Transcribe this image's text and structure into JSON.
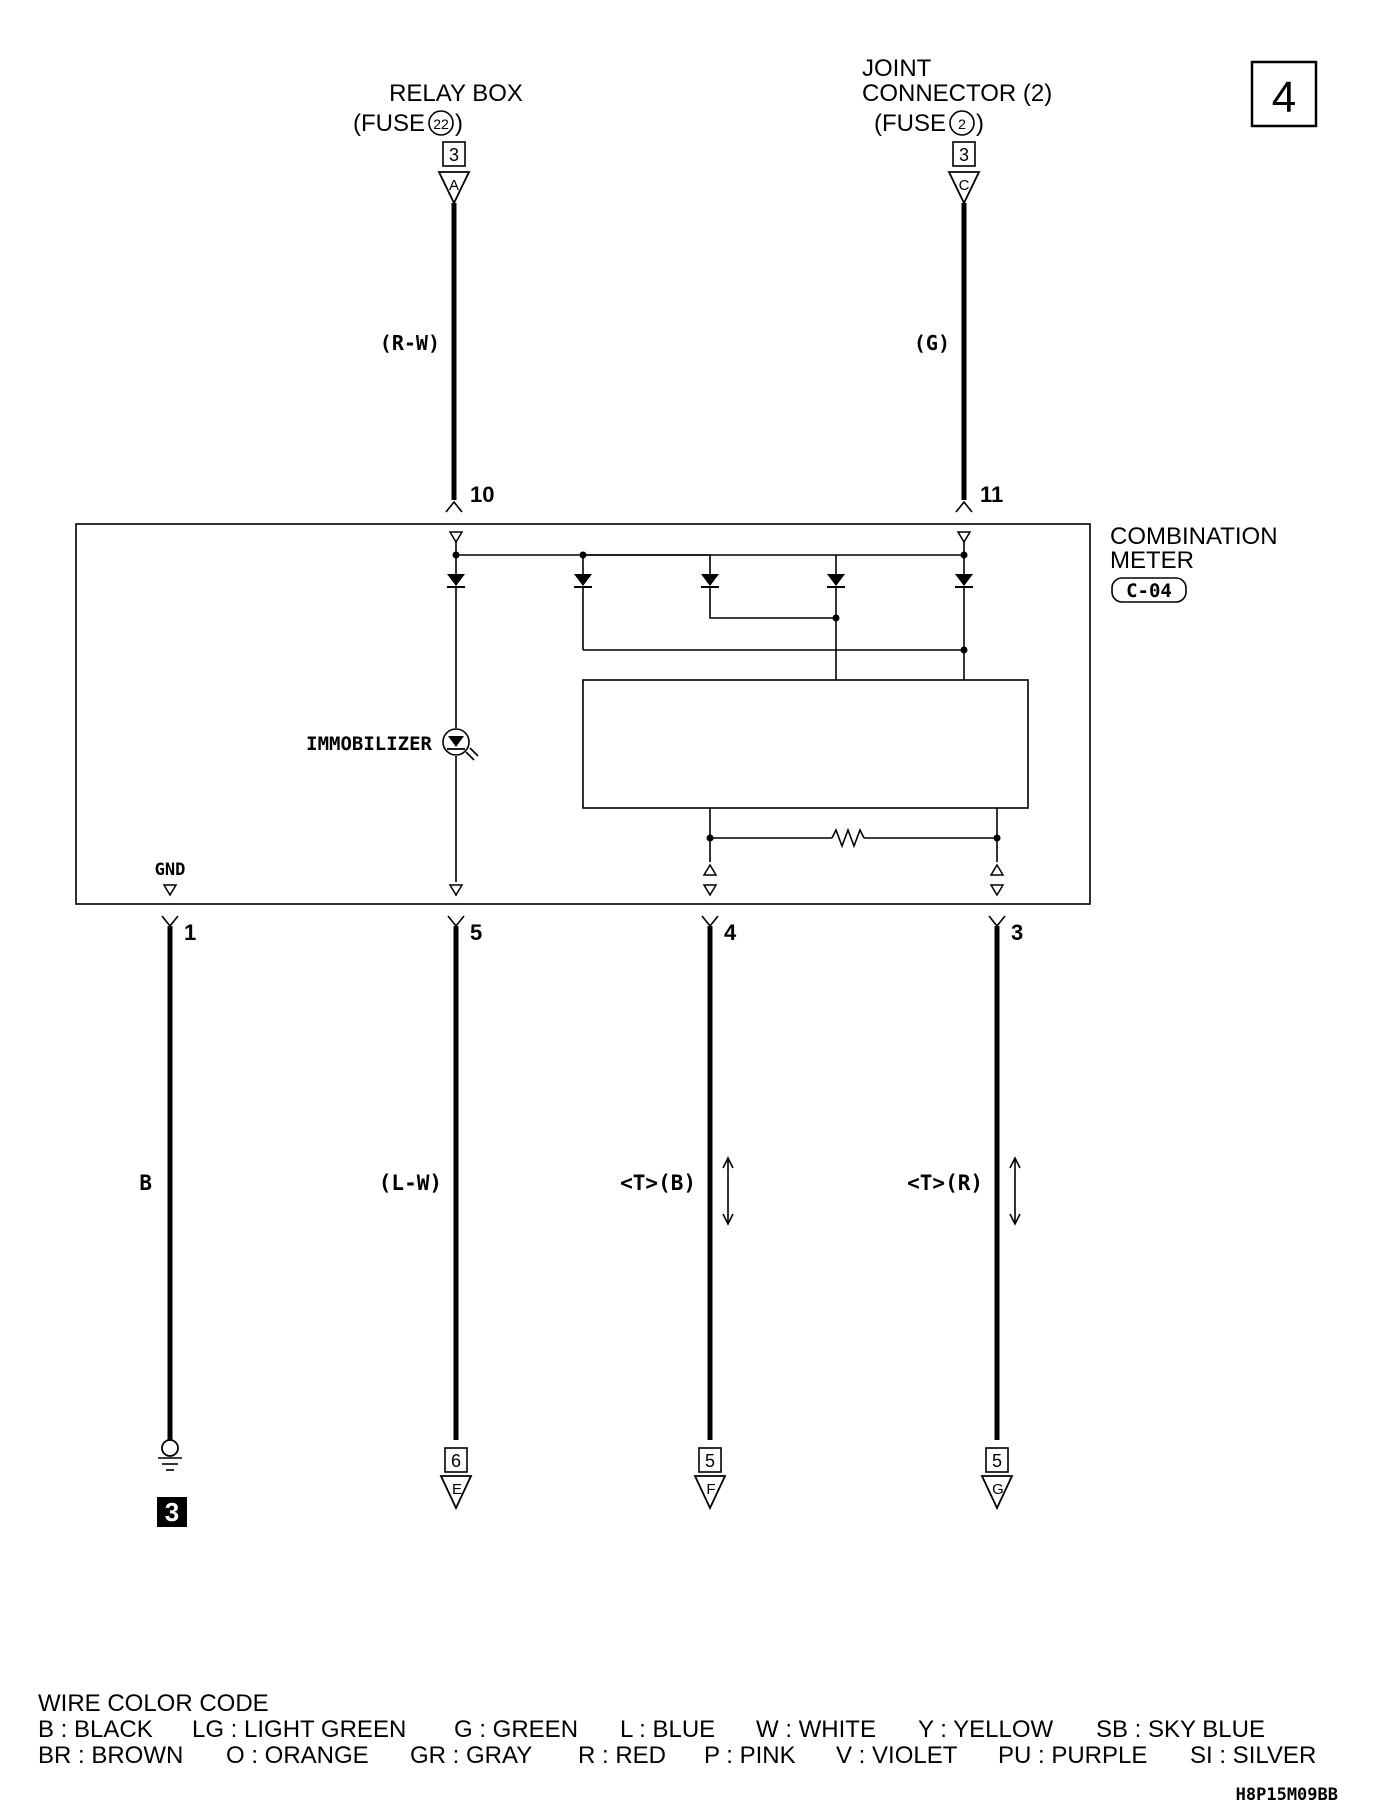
{
  "page_number": "4",
  "figure_code": "H8P15M09BB",
  "top_sources": {
    "relay_box": {
      "line1": "RELAY BOX",
      "line2_prefix": "(FUSE",
      "fuse_num": "22",
      "line2_suffix": ")",
      "page_ref": "3",
      "letter": "A"
    },
    "joint_connector": {
      "line1": "JOINT",
      "line2": "CONNECTOR (2)",
      "line3_prefix": "(FUSE",
      "fuse_num": "2",
      "line3_suffix": ")",
      "page_ref": "3",
      "letter": "C"
    }
  },
  "top_wires": {
    "left": {
      "color": "(R-W)",
      "pin": "10"
    },
    "right": {
      "color": "(G)",
      "pin": "11"
    }
  },
  "component": {
    "line1": "COMBINATION",
    "line2": "METER",
    "connector": "C-04",
    "immobilizer_label": "IMMOBILIZER",
    "gnd_label": "GND"
  },
  "bottom_wires": {
    "w1": {
      "pin": "1",
      "color": "B",
      "ground_ref": "3"
    },
    "w5": {
      "pin": "5",
      "color": "(L-W)",
      "page_ref": "6",
      "letter": "E"
    },
    "w4": {
      "pin": "4",
      "color": "<T>(B)",
      "page_ref": "5",
      "letter": "F"
    },
    "w3": {
      "pin": "3",
      "color": "<T>(R)",
      "page_ref": "5",
      "letter": "G"
    }
  },
  "legend": {
    "title": "WIRE COLOR CODE",
    "row1": [
      "B : BLACK",
      "LG : LIGHT GREEN",
      "G : GREEN",
      "L : BLUE",
      "W : WHITE",
      "Y : YELLOW",
      "SB : SKY BLUE"
    ],
    "row2": [
      "BR : BROWN",
      "O : ORANGE",
      "GR : GRAY",
      "R : RED",
      "P : PINK",
      "V : VIOLET",
      "PU : PURPLE",
      "SI : SILVER"
    ]
  }
}
